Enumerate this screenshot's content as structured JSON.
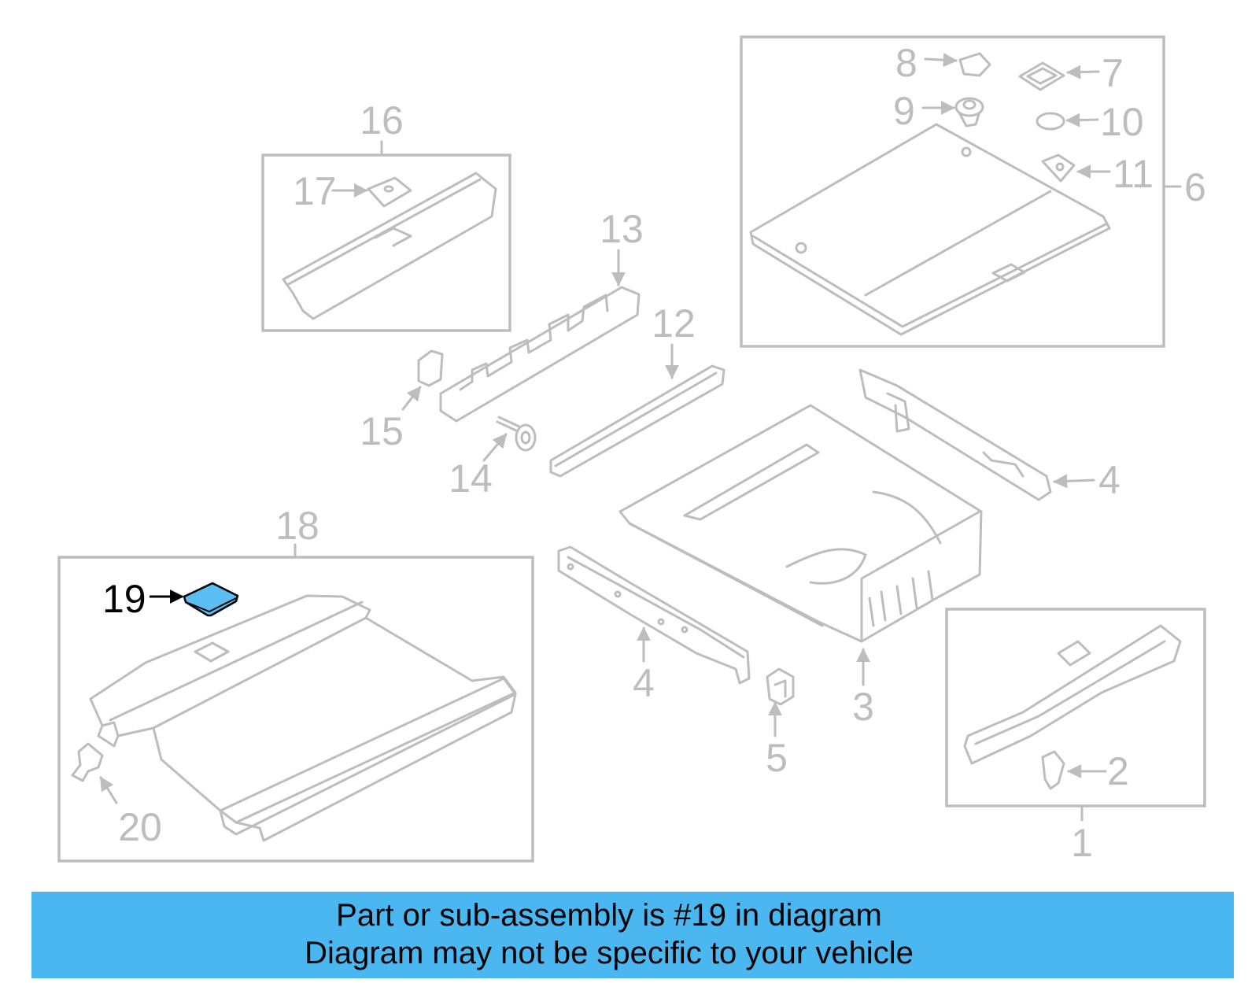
{
  "callouts": {
    "n1": "1",
    "n2": "2",
    "n3": "3",
    "n4a": "4",
    "n4b": "4",
    "n5": "5",
    "n6": "6",
    "n7": "7",
    "n8": "8",
    "n9": "9",
    "n10": "10",
    "n11": "11",
    "n12": "12",
    "n13": "13",
    "n14": "14",
    "n15": "15",
    "n16": "16",
    "n17": "17",
    "n18": "18",
    "n19": "19",
    "n20": "20"
  },
  "highlight": {
    "part_number": "19",
    "color": "#5bbef2"
  },
  "banner": {
    "line1": "Part or sub-assembly is #19 in diagram",
    "line2": "Diagram may not be specific to your vehicle",
    "background": "#4ab7f0"
  },
  "colors": {
    "line": "#bdbdbd",
    "label_highlight": "#000000"
  }
}
